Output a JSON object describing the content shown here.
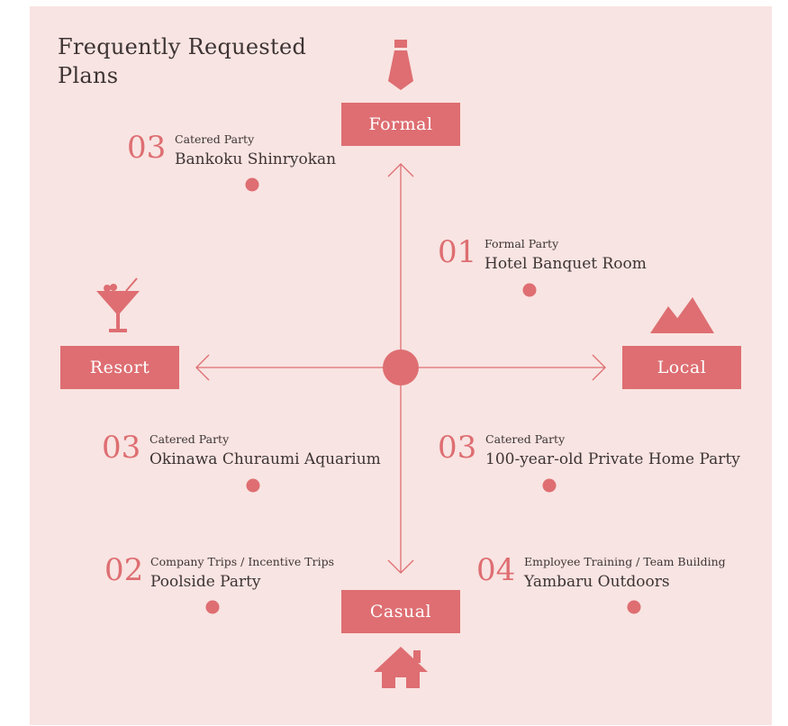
{
  "title": {
    "line1": "Frequently Requested",
    "line2": "Plans"
  },
  "axes": {
    "top": "Formal",
    "bottom": "Casual",
    "left": "Resort",
    "right": "Local"
  },
  "icons": {
    "top": "necktie-icon",
    "left": "cocktail-icon",
    "right": "mountains-icon",
    "bottom": "house-icon"
  },
  "colors": {
    "background": "#f8e4e2",
    "accent": "#de6e72",
    "text": "#3d3434"
  },
  "plans": [
    {
      "num": "03",
      "category": "Catered Party",
      "name": "Bankoku Shinryokan"
    },
    {
      "num": "01",
      "category": "Formal Party",
      "name": "Hotel Banquet Room"
    },
    {
      "num": "03",
      "category": "Catered Party",
      "name": "Okinawa Churaumi Aquarium"
    },
    {
      "num": "03",
      "category": "Catered Party",
      "name": "100-year-old Private Home Party"
    },
    {
      "num": "02",
      "category": "Company Trips / Incentive Trips",
      "name": "Poolside Party"
    },
    {
      "num": "04",
      "category": "Employee Training / Team Building",
      "name": "Yambaru Outdoors"
    }
  ]
}
